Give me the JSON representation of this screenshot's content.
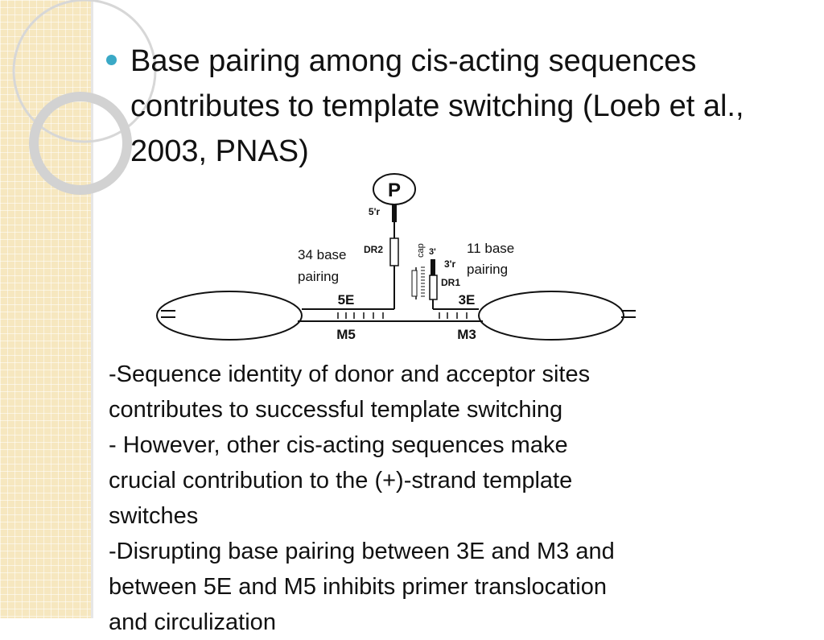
{
  "slide": {
    "title": "Base pairing among cis-acting sequences contributes to template switching (Loeb et al., 2003, PNAS)",
    "body_lines": [
      "-Sequence identity of donor and acceptor sites",
      "contributes to successful template switching",
      "- However, other cis-acting sequences make",
      "crucial contribution to the (+)-strand template",
      "switches",
      "-Disrupting base pairing between 3E and M3 and",
      "between 5E and M5 inhibits primer translocation",
      "and circulization"
    ]
  },
  "figure": {
    "p_label": "P",
    "five_r": "5'r",
    "dr2": "DR2",
    "cap": "cap",
    "three_prime": "3'",
    "three_r": "3'r",
    "dr1": "DR1",
    "five_e": "5E",
    "three_e": "3E",
    "m5": "M5",
    "m3": "M3",
    "annotation_left": [
      "34 base",
      "pairing"
    ],
    "annotation_right": [
      "11 base",
      "pairing"
    ]
  },
  "colors": {
    "accent": "#3aa9c6",
    "sidebar": "#f6e7bf"
  }
}
